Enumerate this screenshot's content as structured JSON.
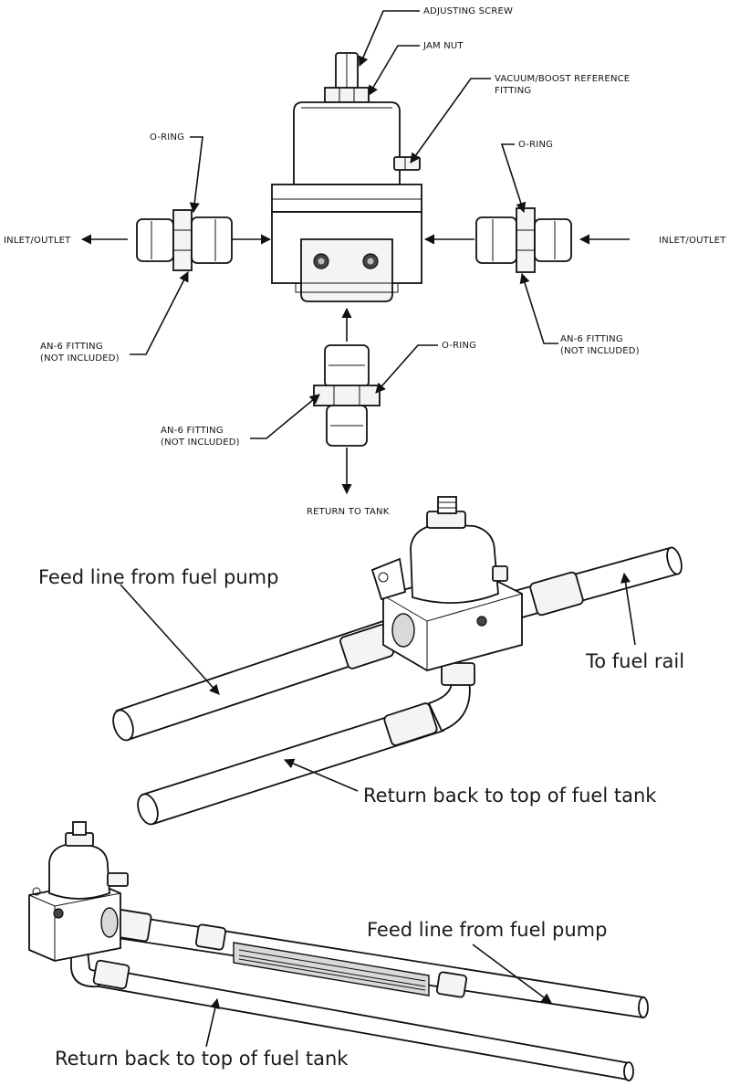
{
  "exploded_view": {
    "adjusting_screw": "ADJUSTING SCREW",
    "jam_nut": "JAM NUT",
    "vacuum_ref_line1": "VACUUM/BOOST REFERENCE",
    "vacuum_ref_line2": "FITTING",
    "o_ring_left": "O-RING",
    "o_ring_right": "O-RING",
    "o_ring_bottom": "O-RING",
    "inlet_outlet_left": "INLET/OUTLET",
    "inlet_outlet_right": "INLET/OUTLET",
    "an6_left_line1": "AN-6 FITTING",
    "an6_left_line2": "(NOT INCLUDED)",
    "an6_right_line1": "AN-6 FITTING",
    "an6_right_line2": "(NOT INCLUDED)",
    "an6_bottom_line1": "AN-6 FITTING",
    "an6_bottom_line2": "(NOT INCLUDED)",
    "return_to_tank": "RETURN TO TANK"
  },
  "middle_view": {
    "feed_line": "Feed line from fuel pump",
    "to_fuel_rail": "To fuel rail",
    "return_line": "Return back to top of fuel tank"
  },
  "bottom_view": {
    "feed_line": "Feed line from fuel pump",
    "return_line": "Return back to top of fuel tank"
  }
}
